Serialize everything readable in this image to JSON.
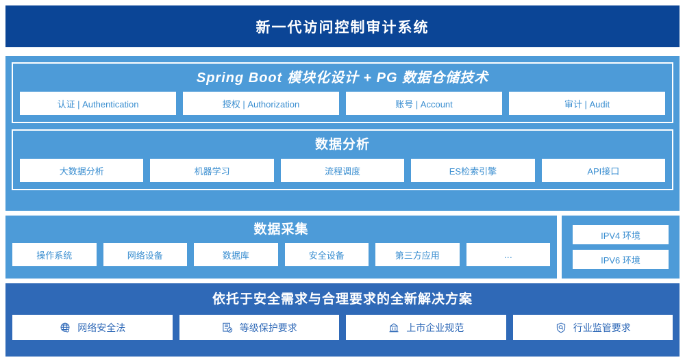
{
  "header": {
    "title": "新一代访问控制审计系统"
  },
  "application_layer": {
    "platform": {
      "title": "Spring Boot 模块化设计 + PG 数据仓储技术",
      "modules": [
        {
          "label": "认证 | Authentication"
        },
        {
          "label": "授权 | Authorization"
        },
        {
          "label": "账号 | Account"
        },
        {
          "label": "审计 | Audit"
        }
      ]
    },
    "analysis": {
      "title": "数据分析",
      "modules": [
        {
          "label": "大数据分析"
        },
        {
          "label": "机器学习"
        },
        {
          "label": "流程调度"
        },
        {
          "label": "ES检索引擎"
        },
        {
          "label": "API接口"
        }
      ]
    }
  },
  "collection": {
    "title": "数据采集",
    "sources": [
      {
        "label": "操作系统"
      },
      {
        "label": "网络设备"
      },
      {
        "label": "数据库"
      },
      {
        "label": "安全设备"
      },
      {
        "label": "第三方应用"
      },
      {
        "label": "…"
      }
    ]
  },
  "environment": {
    "items": [
      {
        "label": "IPV4 环境"
      },
      {
        "label": "IPV6 环境"
      }
    ]
  },
  "compliance": {
    "title": "依托于安全需求与合理要求的全新解决方案",
    "items": [
      {
        "label": "网络安全法",
        "icon": "globe-icon"
      },
      {
        "label": "等级保护要求",
        "icon": "document-check-icon"
      },
      {
        "label": "上市企业规范",
        "icon": "bank-building-icon"
      },
      {
        "label": "行业监管要求",
        "icon": "shield-search-icon"
      }
    ]
  },
  "colors": {
    "header_navy": "#0b4596",
    "panel_blue": "#4d9bd8",
    "bottom_blue": "#2f69b7",
    "cell_text_blue": "#3a8ed0",
    "white": "#ffffff"
  }
}
